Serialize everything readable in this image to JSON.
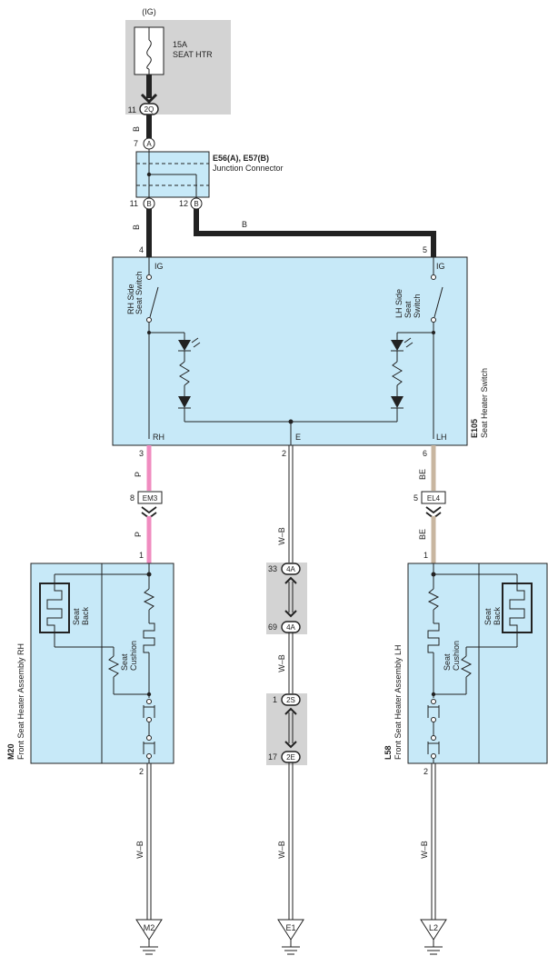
{
  "fuse": {
    "power_label": "(IG)",
    "rating": "15A",
    "name": "SEAT HTR",
    "pin_number": "11",
    "connector": "2Q"
  },
  "junction_connector": {
    "ids": "E56(A), E57(B)",
    "name": "Junction Connector",
    "in_pin": "7",
    "in_conn": "A",
    "out1_pin": "11",
    "out1_conn": "B",
    "out2_pin": "12",
    "out2_conn": "B"
  },
  "wires": {
    "b_fuse": "B",
    "b_rh": "B",
    "b_lh": "B",
    "p_top": "P",
    "p_bottom": "P",
    "be_top": "BE",
    "be_bottom": "BE",
    "wb_center_1": "W–B",
    "wb_center_2": "W–B",
    "wb_center_3": "W–B",
    "wb_rh": "W–B",
    "wb_lh": "W–B"
  },
  "seat_heater_switch": {
    "id": "E105",
    "name": "Seat Heater Switch",
    "pin_ig_rh": "4",
    "pin_ig_lh": "5",
    "label_ig_rh": "IG",
    "label_ig_lh": "IG",
    "rh_switch_label": [
      "RH Side",
      "Seat Switch"
    ],
    "lh_switch_label": [
      "LH Side",
      "Seat",
      "Switch"
    ],
    "pin_rh": "3",
    "label_rh": "RH",
    "pin_e": "2",
    "label_e": "E",
    "pin_lh": "6",
    "label_lh": "LH"
  },
  "connectors": {
    "em3": {
      "pin": "8",
      "name": "EM3"
    },
    "el4": {
      "pin": "5",
      "name": "EL4"
    },
    "c4a_top": {
      "pin": "33",
      "name": "4A"
    },
    "c4a_bottom": {
      "pin": "69",
      "name": "4A"
    },
    "c2s": {
      "pin": "1",
      "name": "2S"
    },
    "c2e": {
      "pin": "17",
      "name": "2E"
    }
  },
  "rh_heater": {
    "id": "M20",
    "name": "Front Seat Heater Assembly RH",
    "pin_in": "1",
    "pin_out": "2",
    "back_label": [
      "Seat",
      "Back"
    ],
    "cushion_label": [
      "Seat",
      "Cushion"
    ]
  },
  "lh_heater": {
    "id": "L58",
    "name": "Front Seat Heater Assembly LH",
    "pin_in": "1",
    "pin_out": "2",
    "back_label": [
      "Seat",
      "Back"
    ],
    "cushion_label": [
      "Seat",
      "Cushion"
    ]
  },
  "grounds": {
    "rh": "M2",
    "center": "E1",
    "lh": "L2"
  },
  "colors": {
    "wire_black": "#222222",
    "wire_pink": "#f08cc0",
    "wire_beige": "#c8b6a0",
    "box_blue": "#c7e9f8",
    "box_gray": "#d3d3d3"
  }
}
